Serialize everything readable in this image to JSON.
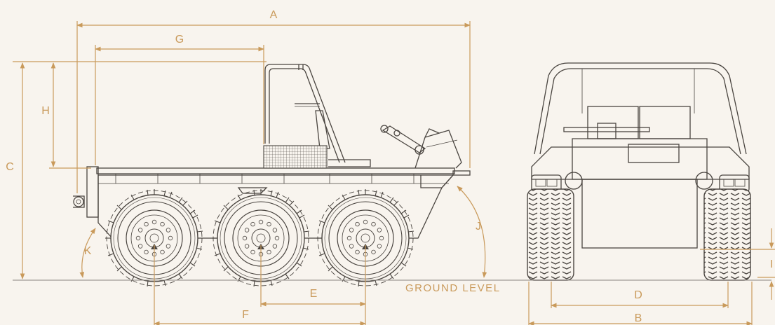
{
  "labels": {
    "A": "A",
    "B": "B",
    "C": "C",
    "D": "D",
    "E": "E",
    "F": "F",
    "G": "G",
    "H": "H",
    "I": "I",
    "J": "J",
    "K": "K"
  },
  "ground_level": "GROUND LEVEL",
  "colors": {
    "dimension": "#c99a5b",
    "linework": "#4a4540",
    "background": "#f8f4ee"
  }
}
